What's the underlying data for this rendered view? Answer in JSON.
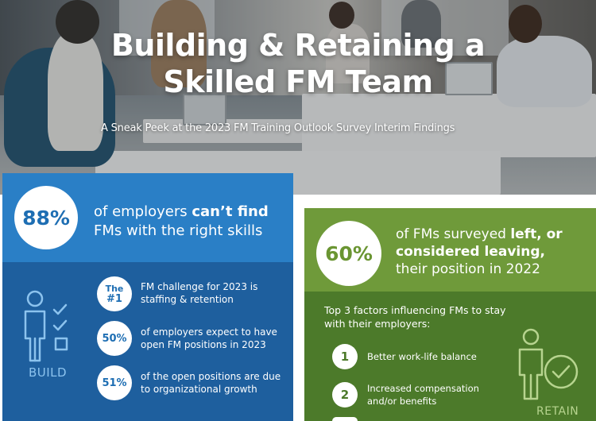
{
  "hero": {
    "title_line1": "Building & Retaining a",
    "title_line2": "Skilled FM Team",
    "subtitle": "A Sneak Peek at the 2023 FM Training Outlook Survey Interim Findings"
  },
  "build": {
    "stat": "88%",
    "headline_pre": "of employers ",
    "headline_bold": "can’t find",
    "headline_post": "FMs with the right skills",
    "items": [
      {
        "badge_top": "The",
        "badge_bottom": "#1",
        "text": "FM challenge for 2023 is staffing & retention"
      },
      {
        "badge": "50%",
        "text": "of employers expect to have open FM positions in 2023"
      },
      {
        "badge": "51%",
        "text": "of the open positions are due to organizational growth"
      }
    ],
    "label": "BUILD",
    "icon": "person-checklist-icon",
    "colors": {
      "top": "#2a7fc6",
      "bottom": "#1e5f9e"
    }
  },
  "retain": {
    "stat": "60%",
    "headline_pre": "of FMs surveyed ",
    "headline_bold": "left, or considered leaving,",
    "headline_post": "their position in 2022",
    "subhead": "Top 3 factors influencing FMs to stay with their employers:",
    "factors": [
      {
        "num": "1",
        "text": "Better work-life balance"
      },
      {
        "num": "2",
        "text": "Increased compensation and/or benefits"
      }
    ],
    "label": "RETAIN",
    "icon": "person-check-icon",
    "colors": {
      "top": "#6f9a3a",
      "bottom": "#4c7a2a"
    }
  }
}
